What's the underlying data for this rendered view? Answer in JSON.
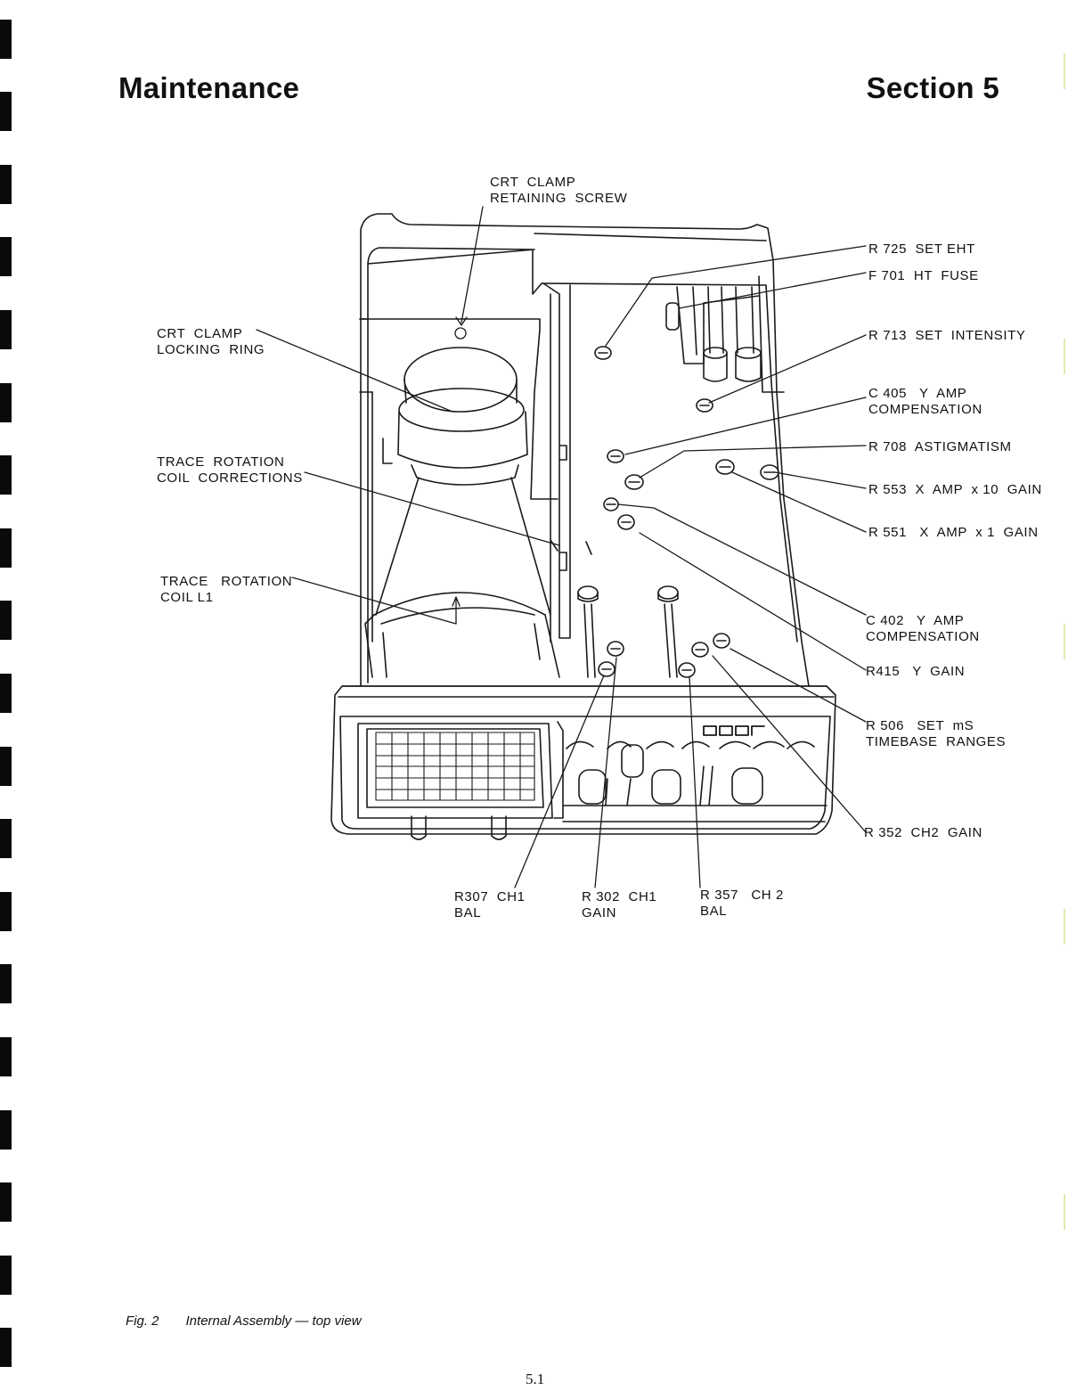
{
  "header": {
    "left_title": "Maintenance",
    "right_title": "Section 5"
  },
  "callouts": {
    "crt_clamp_retaining_screw": "CRT  CLAMP\nRETAINING  SCREW",
    "crt_clamp_locking_ring": "CRT  CLAMP\nLOCKING  RING",
    "trace_rotation_coil_corrections": "TRACE  ROTATION\nCOIL  CORRECTIONS",
    "trace_rotation_coil_l1": "TRACE   ROTATION\nCOIL L1",
    "r725": "R 725  SET EHT",
    "f701": "F 701  HT  FUSE",
    "r713": "R 713  SET  INTENSITY",
    "c405": "C 405   Y  AMP\nCOMPENSATION",
    "r708": "R 708  ASTIGMATISM",
    "r553": "R 553  X  AMP  x 10  GAIN",
    "r551": "R 551   X  AMP  x 1  GAIN",
    "c402": "C 402   Y  AMP\nCOMPENSATION",
    "r415": "R415   Y  GAIN",
    "r506": "R 506   SET  mS\nTIMEBASE  RANGES",
    "r352": "R 352  CH2  GAIN",
    "r307": "R307  CH1\nBAL",
    "r302": "R 302  CH1\nGAIN",
    "r357": "R 357   CH 2\nBAL"
  },
  "caption": {
    "fig": "Fig. 2",
    "text": "Internal Assembly  —  top view"
  },
  "page_number": "5.1"
}
